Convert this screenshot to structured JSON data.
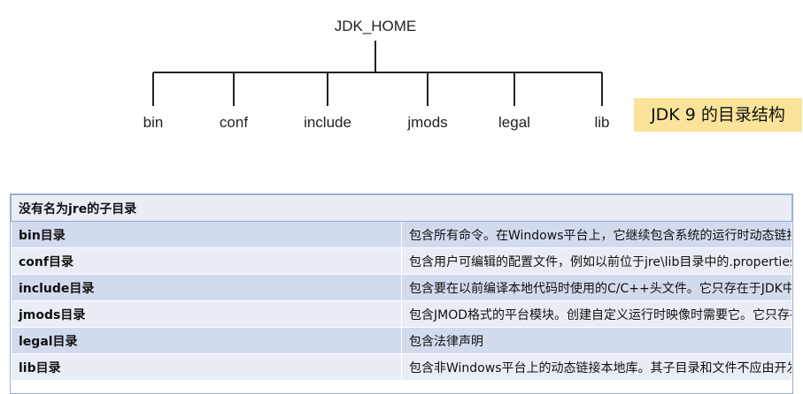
{
  "tree": {
    "root": "JDK_HOME",
    "children": [
      "bin",
      "conf",
      "include",
      "jmods",
      "legal",
      "lib"
    ]
  },
  "badge": "JDK 9 的目录结构",
  "table": {
    "header": "没有名为jre的子目录",
    "rows": [
      {
        "name": "bin目录",
        "desc": "包含所有命令。在Windows平台上，它继续包含系统的运行时动态链接库。"
      },
      {
        "name": "conf目录",
        "desc": "包含用户可编辑的配置文件，例如以前位于jre\\lib目录中的.properties和.policy文件"
      },
      {
        "name": "include目录",
        "desc": "包含要在以前编译本地代码时使用的C/C++头文件。它只存在于JDK中"
      },
      {
        "name": "jmods目录",
        "desc": "包含JMOD格式的平台模块。创建自定义运行时映像时需要它。它只存在于JDK中"
      },
      {
        "name": "legal目录",
        "desc": "包含法律声明"
      },
      {
        "name": "lib目录",
        "desc": "包含非Windows平台上的动态链接本地库。其子目录和文件不应由开发人员直接编辑或使用"
      }
    ]
  }
}
